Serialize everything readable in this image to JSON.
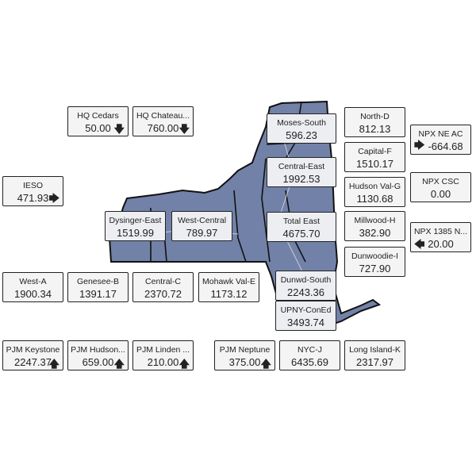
{
  "map": {
    "fill": "#7281a8",
    "border": "#111111"
  },
  "interfaces": {
    "hq_cedars": {
      "label": "HQ Cedars",
      "value": "50.00",
      "arrow": "down"
    },
    "hq_chateau": {
      "label": "HQ Chateau...",
      "value": "760.00",
      "arrow": "down"
    },
    "ieso": {
      "label": "IESO",
      "value": "471.93",
      "arrow": "right"
    },
    "dysinger_east": {
      "label": "Dysinger-East",
      "value": "1519.99"
    },
    "west_central": {
      "label": "West-Central",
      "value": "789.97"
    },
    "moses_south": {
      "label": "Moses-South",
      "value": "596.23"
    },
    "central_east": {
      "label": "Central-East",
      "value": "1992.53"
    },
    "total_east": {
      "label": "Total East",
      "value": "4675.70"
    },
    "dunwd_south": {
      "label": "Dunwd-South",
      "value": "2243.36"
    },
    "upny_coned": {
      "label": "UPNY-ConEd",
      "value": "3493.74"
    },
    "npx_ne_ac": {
      "label": "NPX NE AC",
      "value": "-664.68",
      "arrow": "right"
    },
    "npx_csc": {
      "label": "NPX CSC",
      "value": "0.00"
    },
    "npx_1385": {
      "label": "NPX 1385 N...",
      "value": "20.00",
      "arrow": "left"
    },
    "pjm_keystone": {
      "label": "PJM Keystone",
      "value": "2247.37",
      "arrow": "up"
    },
    "pjm_hudson": {
      "label": "PJM Hudson...",
      "value": "659.00",
      "arrow": "up"
    },
    "pjm_linden": {
      "label": "PJM Linden ...",
      "value": "210.00",
      "arrow": "up"
    },
    "pjm_neptune": {
      "label": "PJM Neptune",
      "value": "375.00",
      "arrow": "up"
    }
  },
  "zones": {
    "north_d": {
      "label": "North-D",
      "value": "812.13"
    },
    "capital_f": {
      "label": "Capital-F",
      "value": "1510.17"
    },
    "hudson_val_g": {
      "label": "Hudson Val-G",
      "value": "1130.68"
    },
    "millwood_h": {
      "label": "Millwood-H",
      "value": "382.90"
    },
    "dunwoodie_i": {
      "label": "Dunwoodie-I",
      "value": "727.90"
    },
    "west_a": {
      "label": "West-A",
      "value": "1900.34"
    },
    "genesee_b": {
      "label": "Genesee-B",
      "value": "1391.17"
    },
    "central_c": {
      "label": "Central-C",
      "value": "2370.72"
    },
    "mohawk_val_e": {
      "label": "Mohawk Val-E",
      "value": "1173.12"
    },
    "nyc_j": {
      "label": "NYC-J",
      "value": "6435.69"
    },
    "long_island_k": {
      "label": "Long Island-K",
      "value": "2317.97"
    }
  }
}
